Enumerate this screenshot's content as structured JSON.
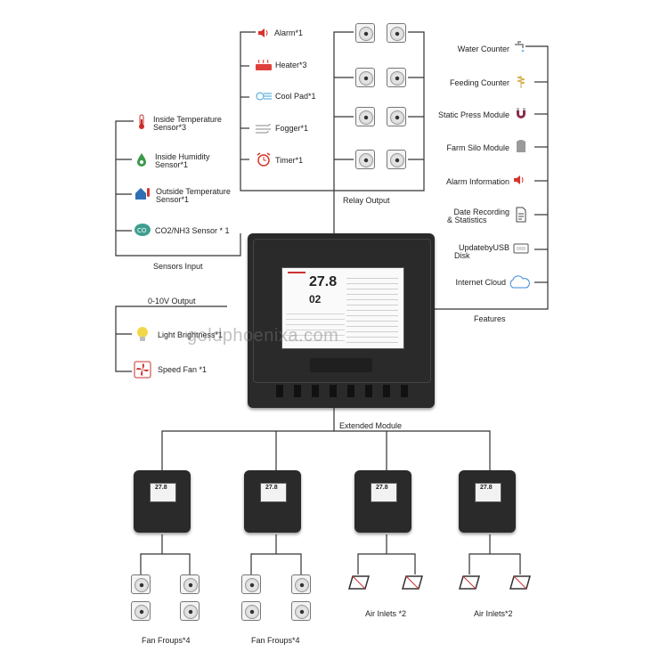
{
  "relay_output": {
    "title": "Relay Output",
    "items": [
      {
        "label": "Alarm*1",
        "icon": "speaker-icon",
        "color": "#d7342a"
      },
      {
        "label": "Heater*3",
        "icon": "heater-icon",
        "color": "#e0403a"
      },
      {
        "label": "Cool Pad*1",
        "icon": "cool-pad-icon",
        "color": "#3aa0d8"
      },
      {
        "label": "Fogger*1",
        "icon": "fogger-icon",
        "color": "#888888"
      },
      {
        "label": "Timer*1",
        "icon": "alarm-clock-icon",
        "color": "#d7342a"
      }
    ]
  },
  "sensors_input": {
    "title": "Sensors Input",
    "items": [
      {
        "label": "Inside Temperature Sensor*3",
        "line1": "Inside Temperature",
        "line2": "Sensor*3",
        "icon": "thermometer-icon"
      },
      {
        "label": "Inside Humidity Sensor*1",
        "line1": "Inside Humidity",
        "line2": "Sensor*1",
        "icon": "humidity-icon"
      },
      {
        "label": "Outside Temperature Sensor*1",
        "line1": "Outside Temperature",
        "line2": "Sensor*1",
        "icon": "house-thermometer-icon"
      },
      {
        "label": "CO2/NH3 Sensor * 1",
        "line1": "CO2/NH3 Sensor * 1",
        "line2": "",
        "icon": "co2-icon"
      }
    ]
  },
  "analog_output": {
    "title": "0-10V Output",
    "items": [
      {
        "label": "Light Brightness*1",
        "icon": "light-bulb-icon"
      },
      {
        "label": "Speed Fan *1",
        "icon": "speed-fan-icon"
      }
    ]
  },
  "features": {
    "title": "Features",
    "items": [
      {
        "line1": "Water Counter",
        "line2": "",
        "icon": "faucet-icon"
      },
      {
        "line1": "Feeding Counter",
        "line2": "",
        "icon": "wheat-icon"
      },
      {
        "line1": "Static Press Module",
        "line2": "",
        "icon": "magnet-icon"
      },
      {
        "line1": "Farm Silo Module",
        "line2": "",
        "icon": "silo-icon"
      },
      {
        "line1": "Alarm Information",
        "line2": "",
        "icon": "alarm-speaker-icon"
      },
      {
        "line1": "Date Recording",
        "line2": "& Statistics",
        "icon": "document-icon"
      },
      {
        "line1": "UpdatebyUSB",
        "line2": "Disk",
        "icon": "usb-disk-icon"
      },
      {
        "line1": "Internet Cloud",
        "line2": "",
        "icon": "cloud-icon"
      }
    ]
  },
  "controller": {
    "display_value": "27.8",
    "display_small": "02"
  },
  "extended_module": {
    "title": "Extended Module",
    "modules": [
      {
        "screen_value": "27.8",
        "group_label": "Fan Froups*4",
        "type": "fan"
      },
      {
        "screen_value": "27.8",
        "group_label": "Fan Froups*4",
        "type": "fan"
      },
      {
        "screen_value": "27.8",
        "group_label": "Air Inlets *2",
        "type": "inlet"
      },
      {
        "screen_value": "27.8",
        "group_label": "Air Inlets*2",
        "type": "inlet"
      }
    ]
  },
  "watermark": "goldphoenixa.com"
}
